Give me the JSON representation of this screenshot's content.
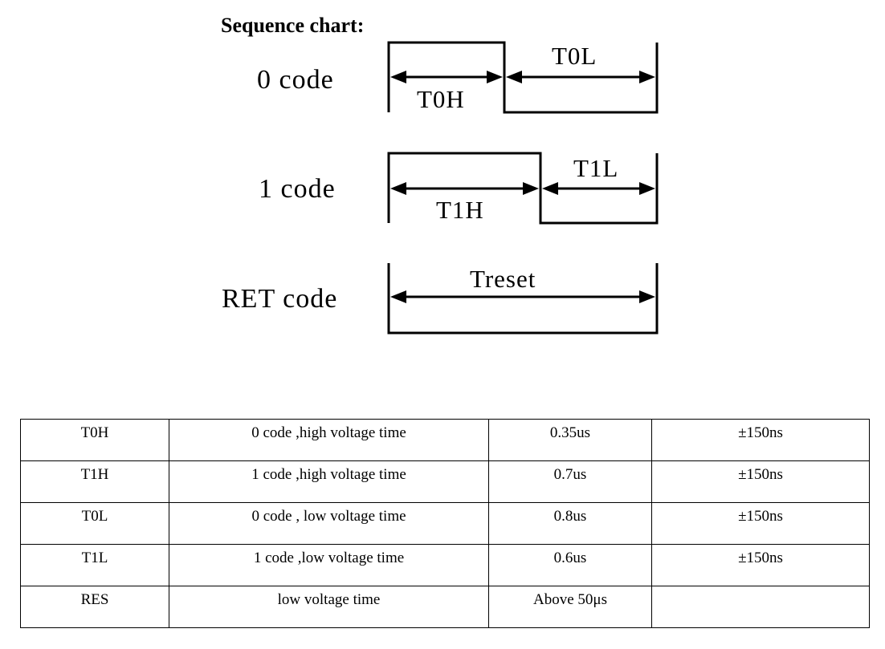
{
  "diagram": {
    "title": "Sequence chart:",
    "codes": [
      {
        "name": "0 code",
        "label_top": "T0L",
        "label_bottom": "T0H"
      },
      {
        "name": "1 code",
        "label_top": "T1L",
        "label_bottom": "T1H"
      },
      {
        "name": "RET code",
        "label_top": "Treset"
      }
    ]
  },
  "table": {
    "rows": [
      {
        "symbol": "T0H",
        "description": "0 code ,high voltage time",
        "value": "0.35us",
        "tolerance": "±150ns"
      },
      {
        "symbol": "T1H",
        "description": "1 code ,high voltage time",
        "value": "0.7us",
        "tolerance": "±150ns"
      },
      {
        "symbol": "T0L",
        "description": "0 code , low voltage time",
        "value": "0.8us",
        "tolerance": "±150ns"
      },
      {
        "symbol": "T1L",
        "description": "1 code ,low voltage time",
        "value": "0.6us",
        "tolerance": "±150ns"
      },
      {
        "symbol": "RES",
        "description": "low voltage time",
        "value": "Above 50μs",
        "tolerance": ""
      }
    ]
  }
}
